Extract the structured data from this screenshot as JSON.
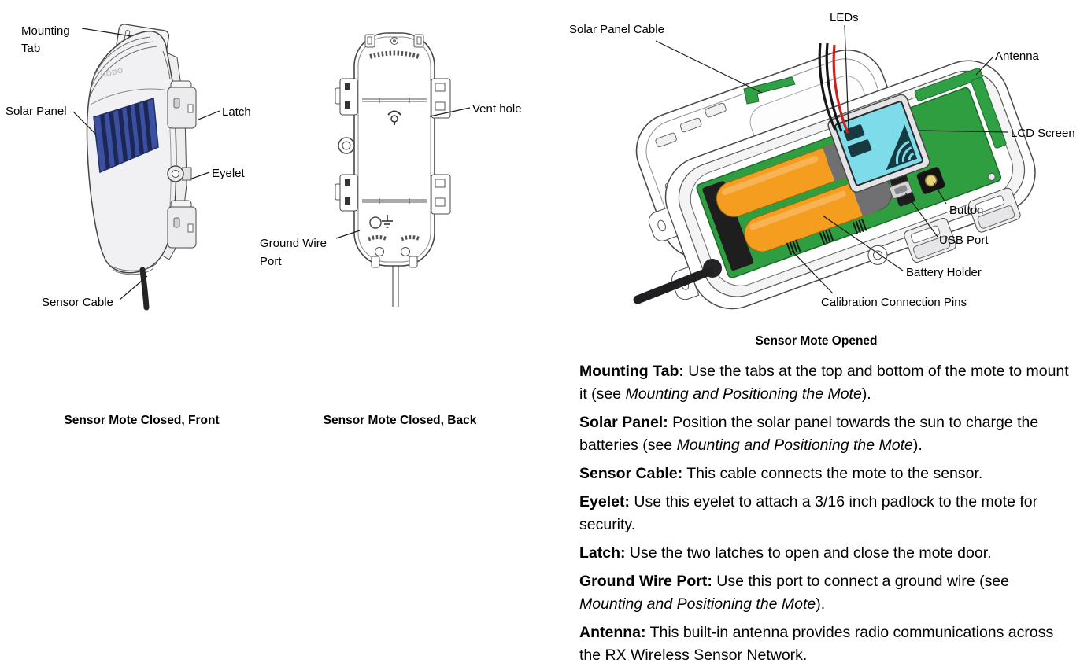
{
  "figures": {
    "front": {
      "caption": "Sensor Mote Closed, Front",
      "logo": "HOBO",
      "labels": {
        "mounting_tab": "Mounting Tab",
        "solar_panel": "Solar Panel",
        "latch": "Latch",
        "eyelet": "Eyelet",
        "sensor_cable": "Sensor Cable"
      }
    },
    "back": {
      "caption": "Sensor Mote Closed, Back",
      "labels": {
        "vent_hole": "Vent hole",
        "ground_wire_port": "Ground Wire Port"
      }
    },
    "opened": {
      "caption": "Sensor Mote Opened",
      "labels": {
        "solar_panel_cable": "Solar Panel Cable",
        "leds": "LEDs",
        "antenna": "Antenna",
        "lcd_screen": "LCD Screen",
        "button": "Button",
        "usb_port": "USB Port",
        "battery_holder": "Battery Holder",
        "calibration_pins": "Calibration Connection Pins"
      }
    }
  },
  "descriptions": [
    {
      "term": "Mounting Tab:",
      "pre": " Use the tabs at the top and bottom of the mote to mount it (see ",
      "italic": "Mounting and Positioning the Mote",
      "post": ")."
    },
    {
      "term": "Solar Panel:",
      "pre": " Position the solar panel towards the sun to charge the batteries (see ",
      "italic": "Mounting and Positioning the Mote",
      "post": ")."
    },
    {
      "term": "Sensor Cable:",
      "pre": " This cable connects the mote to the sensor.",
      "italic": "",
      "post": ""
    },
    {
      "term": "Eyelet:",
      "pre": " Use this eyelet to attach a 3/16 inch padlock to the mote for security.",
      "italic": "",
      "post": ""
    },
    {
      "term": "Latch:",
      "pre": " Use the two latches to open and close the mote door.",
      "italic": "",
      "post": ""
    },
    {
      "term": "Ground Wire Port:",
      "pre": " Use this port to connect a ground wire (see ",
      "italic": "Mounting and Positioning the Mote",
      "post": ")."
    },
    {
      "term": "Antenna:",
      "pre": " This built-in antenna provides radio communications across the RX Wireless Sensor Network.",
      "italic": "",
      "post": ""
    }
  ],
  "colors": {
    "solar_panel_blue": "#3c50a0",
    "solar_cell_stripe": "#1d2757",
    "battery_orange": "#f59d1f",
    "battery_cap_gray": "#707073",
    "pcb_green": "#2f9e40",
    "antenna_green": "#2fa043",
    "lcd_cyan": "#7edbe9",
    "wire_red": "#c6251f",
    "cable_black": "#242426"
  }
}
